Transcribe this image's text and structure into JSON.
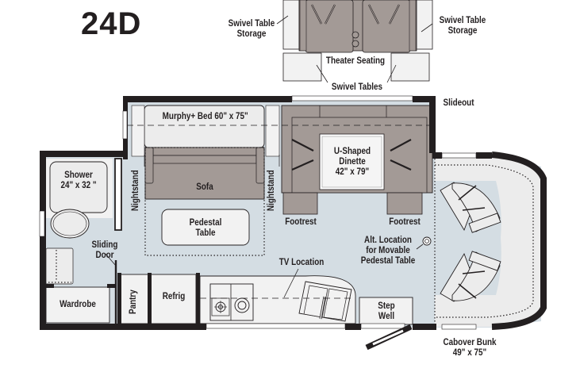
{
  "title": {
    "model": "24D"
  },
  "colors": {
    "wall": "#231f20",
    "floor": "#d4dde3",
    "furniture_upholstery": "#a39a96",
    "cabinet": "#f2f2f2",
    "text": "#231f20"
  },
  "slideout_extension": {
    "labels": {
      "swivel_table_storage_left": [
        "Swivel Table",
        "Storage"
      ],
      "swivel_table_storage_right": [
        "Swivel Table",
        "Storage"
      ],
      "theater_seating": "Theater Seating",
      "swivel_tables": "Swivel Tables"
    }
  },
  "floorplan": {
    "slideout": "Slideout",
    "murphy_bed": "Murphy+ Bed 60\" x 75\"",
    "sofa": "Sofa",
    "nightstand_left": "Nightstand",
    "nightstand_right": "Nightstand",
    "pedestal_table": [
      "Pedestal",
      "Table"
    ],
    "u_shaped_dinette": [
      "U-Shaped",
      "Dinette",
      "42\" x 79\""
    ],
    "footrest_left": "Footrest",
    "footrest_right": "Footrest",
    "alt_location": [
      "Alt. Location",
      "for Movable",
      "Pedestal Table"
    ],
    "shower": [
      "Shower",
      "24\" x 32 \""
    ],
    "sliding_door": [
      "Sliding",
      "Door"
    ],
    "wardrobe": "Wardrobe",
    "pantry": "Pantry",
    "refrig": "Refrig",
    "tv_location": "TV Location",
    "step_well": [
      "Step",
      "Well"
    ],
    "cabover_bunk": [
      "Cabover Bunk",
      "49\" x 75\""
    ]
  }
}
